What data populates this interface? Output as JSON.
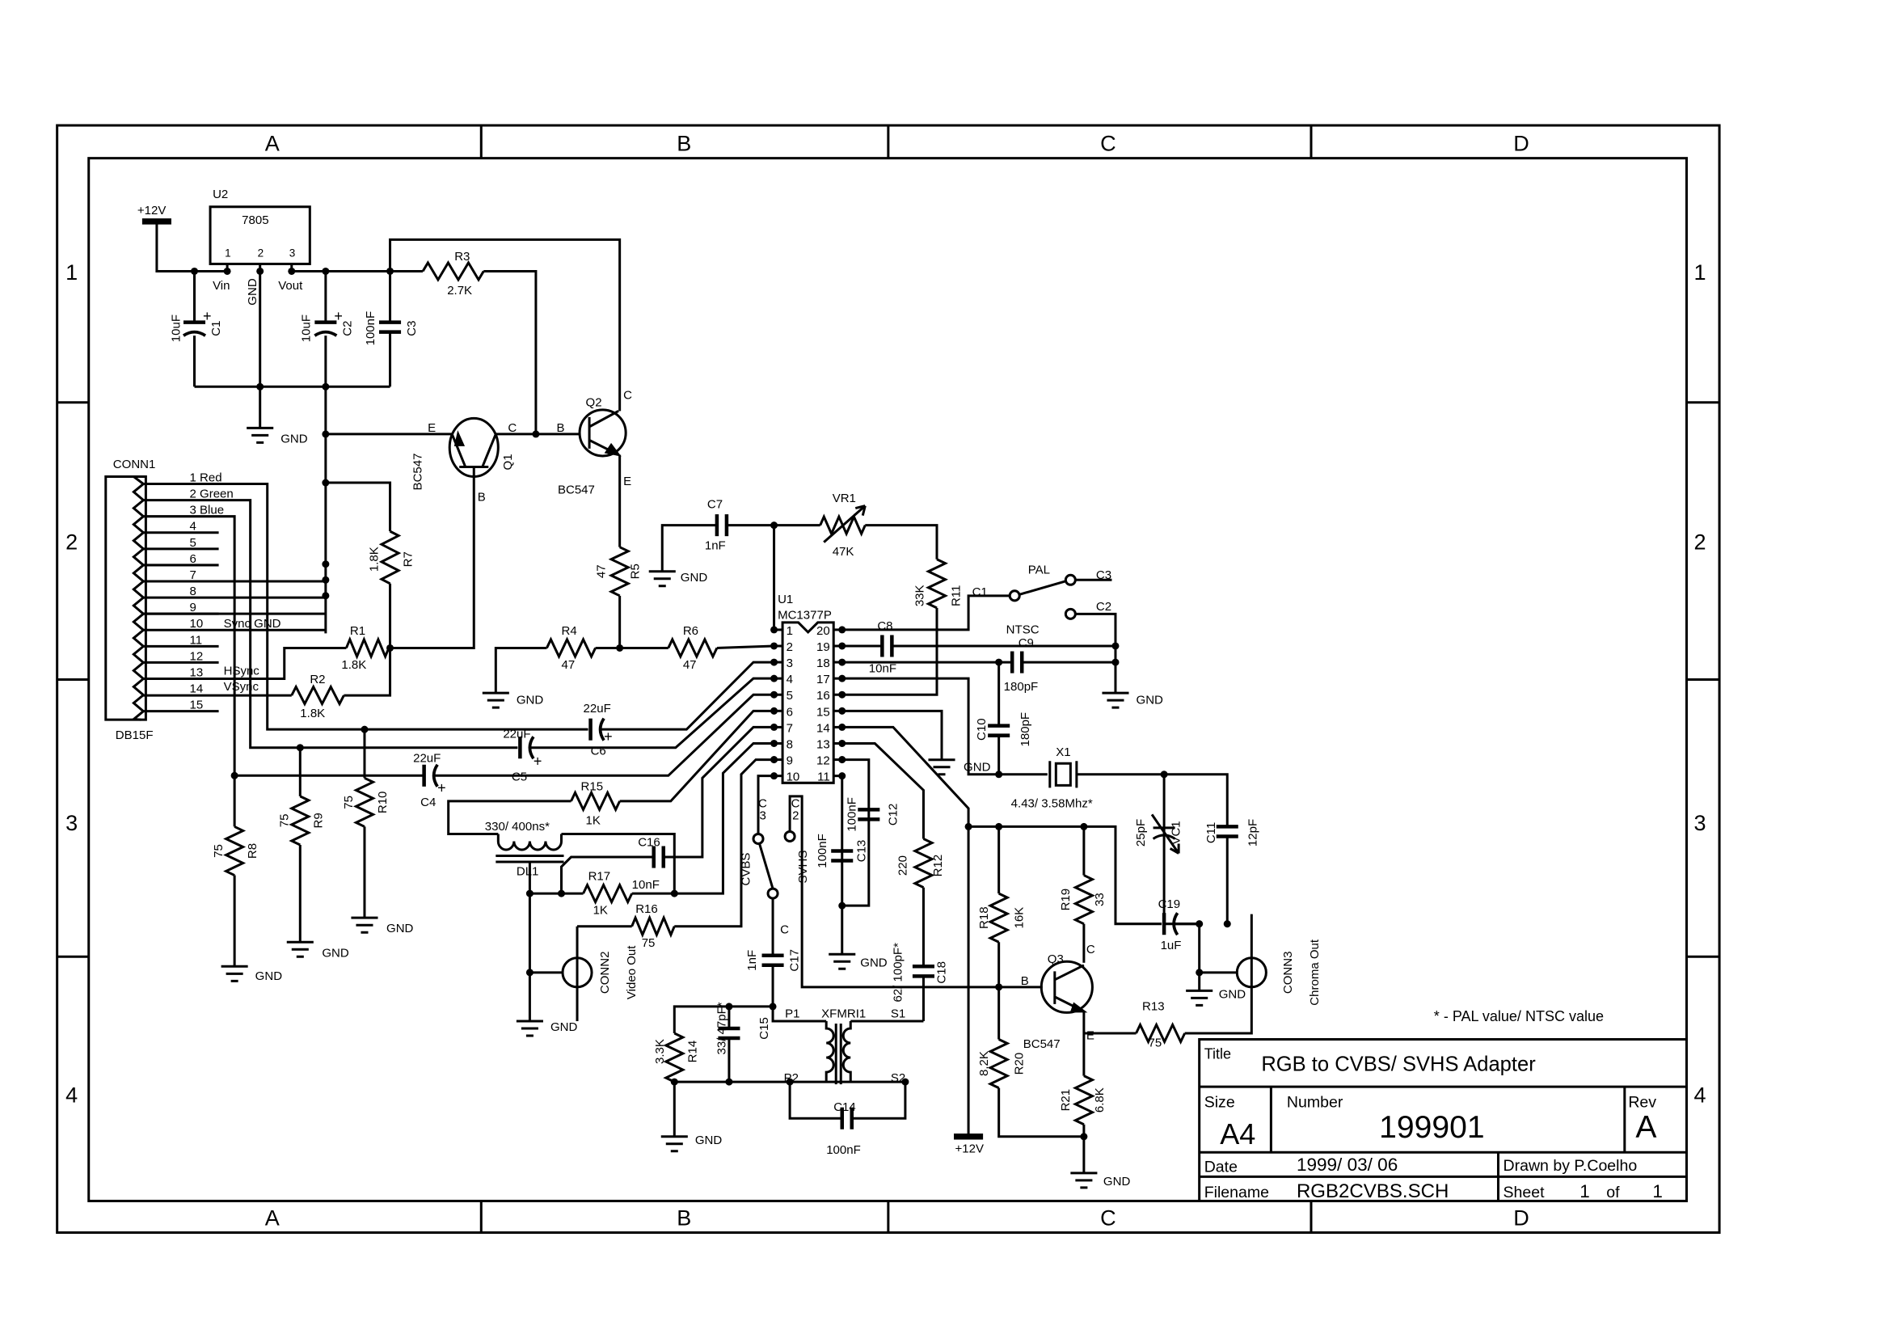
{
  "frame": {
    "columns": [
      "A",
      "B",
      "C",
      "D"
    ],
    "rows": [
      "1",
      "2",
      "3",
      "4"
    ]
  },
  "title_block": {
    "title_label": "Title",
    "title": "RGB to CVBS/ SVHS Adapter",
    "size_label": "Size",
    "size": "A4",
    "number_label": "Number",
    "number": "199901",
    "rev_label": "Rev",
    "rev": "A",
    "date_label": "Date",
    "date": "1999/ 03/ 06",
    "drawn_by": "Drawn by P.Coelho",
    "filename_label": "Filename",
    "filename": "RGB2CVBS.SCH",
    "sheet_label": "Sheet",
    "sheet": "1",
    "of_label": "of",
    "sheet_total": "1"
  },
  "note": "* -  PAL value/ NTSC value",
  "nets": {
    "gnd": "GND",
    "vcc": "+12V",
    "plus": "+"
  },
  "components": {
    "U2": {
      "ref": "U2",
      "value": "7805",
      "pins": [
        "1",
        "2",
        "3"
      ],
      "pin_names": [
        "Vin",
        "GND",
        "Vout"
      ]
    },
    "U1": {
      "ref": "U1",
      "value": "MC1377P",
      "pins_left": [
        "1",
        "2",
        "3",
        "4",
        "5",
        "6",
        "7",
        "8",
        "9",
        "10"
      ],
      "pins_right": [
        "20",
        "19",
        "18",
        "17",
        "16",
        "15",
        "14",
        "13",
        "12",
        "11"
      ]
    },
    "CONN1": {
      "ref": "CONN1",
      "value": "DB15F",
      "pins": [
        "1 Red",
        "2 Green",
        "3 Blue",
        "4",
        "5",
        "6",
        "7",
        "8",
        "9",
        "10",
        "11",
        "12",
        "13",
        "14",
        "15"
      ],
      "sync_gnd": "Sync GND",
      "hsync": "HSync",
      "vsync": "VSync"
    },
    "CONN2": {
      "ref": "CONN2",
      "value": "Video Out"
    },
    "CONN3": {
      "ref": "CONN3",
      "value": "Chroma Out"
    },
    "Q1": {
      "ref": "Q1",
      "value": "BC547",
      "e": "E",
      "b": "B",
      "c": "C"
    },
    "Q2": {
      "ref": "Q2",
      "value": "BC547",
      "e": "E",
      "b": "B",
      "c": "C"
    },
    "Q3": {
      "ref": "Q3",
      "value": "BC547",
      "e": "E",
      "b": "B",
      "c": "C"
    },
    "C1": {
      "ref": "C1",
      "value": "10uF"
    },
    "C2": {
      "ref": "C2",
      "value": "10uF"
    },
    "C3": {
      "ref": "C3",
      "value": "100nF"
    },
    "C4": {
      "ref": "C4",
      "value": "22uF"
    },
    "C5": {
      "ref": "C5",
      "value": "22uF"
    },
    "C6": {
      "ref": "C6",
      "value": "22uF"
    },
    "C7": {
      "ref": "C7",
      "value": "1nF"
    },
    "C8": {
      "ref": "C8",
      "value": "10nF"
    },
    "C9": {
      "ref": "C9",
      "value": "180pF"
    },
    "C10": {
      "ref": "C10",
      "value": "180pF"
    },
    "C11": {
      "ref": "C11",
      "value": "12pF"
    },
    "C12": {
      "ref": "C12",
      "value": "100nF"
    },
    "C13": {
      "ref": "C13",
      "value": "100nF"
    },
    "C14": {
      "ref": "C14",
      "value": "100nF"
    },
    "C15": {
      "ref": "C15",
      "value": "33/ 47pF*"
    },
    "C16": {
      "ref": "C16",
      "value": "10nF"
    },
    "C17": {
      "ref": "C17",
      "value": "1nF",
      "ref_short": "C"
    },
    "C18": {
      "ref": "C18",
      "value": "62/ 100pF*"
    },
    "C19": {
      "ref": "C19",
      "value": "1uF"
    },
    "VC1": {
      "ref": "VC1",
      "value": "25pF"
    },
    "VR1": {
      "ref": "VR1",
      "value": "47K"
    },
    "X1": {
      "ref": "X1",
      "value": "4.43/ 3.58Mhz*"
    },
    "DL1": {
      "ref": "DL1",
      "value": "330/ 400ns*"
    },
    "XFMR1": {
      "ref": "XFMRI1",
      "p1": "P1",
      "p2": "P2",
      "s1": "S1",
      "s2": "S2"
    },
    "R1": {
      "ref": "R1",
      "value": "1.8K"
    },
    "R2": {
      "ref": "R2",
      "value": "1.8K"
    },
    "R3": {
      "ref": "R3",
      "value": "2.7K"
    },
    "R4": {
      "ref": "R4",
      "value": "47"
    },
    "R5": {
      "ref": "R5",
      "value": "47"
    },
    "R6": {
      "ref": "R6",
      "value": "47"
    },
    "R7": {
      "ref": "R7",
      "value": "1.8K"
    },
    "R8": {
      "ref": "R8",
      "value": "75"
    },
    "R9": {
      "ref": "R9",
      "value": "75"
    },
    "R10": {
      "ref": "R10",
      "value": "75"
    },
    "R11": {
      "ref": "R11",
      "value": "33K"
    },
    "R12": {
      "ref": "R12",
      "value": "220"
    },
    "R13": {
      "ref": "R13",
      "value": "75"
    },
    "R14": {
      "ref": "R14",
      "value": "3.3K"
    },
    "R15": {
      "ref": "R15",
      "value": "1K"
    },
    "R16": {
      "ref": "R16",
      "value": "75"
    },
    "R17": {
      "ref": "R17",
      "value": "1K"
    },
    "R18": {
      "ref": "R18",
      "value": "16K"
    },
    "R19": {
      "ref": "R19",
      "value": "33"
    },
    "R20": {
      "ref": "R20",
      "value": "8.2K"
    },
    "R21": {
      "ref": "R21",
      "value": "6.8K"
    },
    "SW_STD": {
      "pal": "PAL",
      "ntsc": "NTSC",
      "c1": "C1",
      "c2": "C2",
      "c3": "C3"
    },
    "SW_OUT": {
      "cvbs": "CVBS",
      "svhs": "SVHS",
      "c": "C",
      "n3": "3",
      "n2": "2"
    }
  }
}
